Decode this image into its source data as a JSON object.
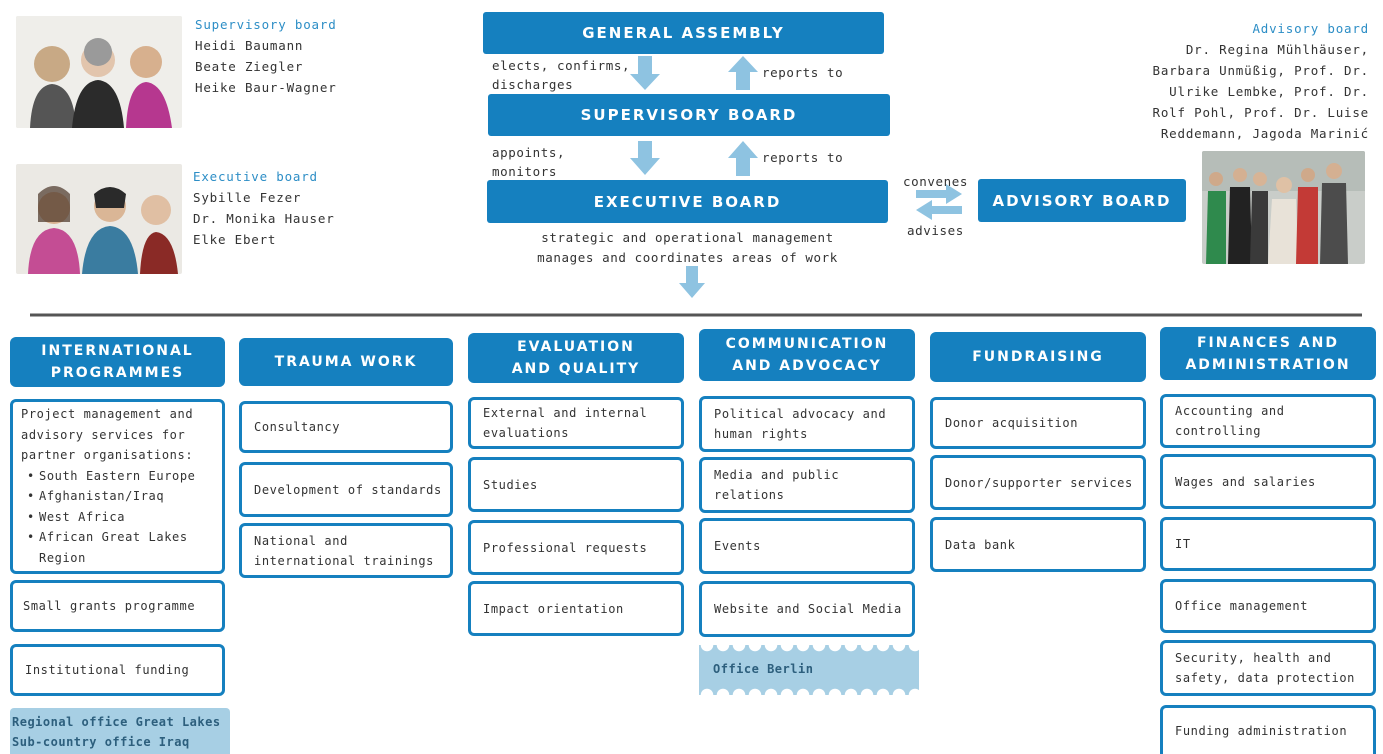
{
  "supervisory_board_side": {
    "title": "Supervisory board",
    "members": [
      "Heidi Baumann",
      "Beate Ziegler",
      "Heike Baur-Wagner"
    ]
  },
  "executive_board_side": {
    "title": "Executive board",
    "members": [
      "Sybille Fezer",
      "Dr. Monika Hauser",
      "Elke Ebert"
    ]
  },
  "advisory_board_side": {
    "title": "Advisory board",
    "lines": [
      "Dr. Regina Mühlhäuser,",
      "Barbara Unmüßig, Prof. Dr.",
      "Ulrike Lembke, Prof. Dr.",
      "Rolf Pohl, Prof. Dr. Luise",
      "Reddemann, Jagoda Marinić"
    ]
  },
  "governance": {
    "general_assembly": "GENERAL ASSEMBLY",
    "supervisory_board": "SUPERVISORY BOARD",
    "executive_board": "EXECUTIVE BOARD",
    "advisory_board": "ADVISORY BOARD",
    "elects_line1": "elects, confirms,",
    "elects_line2": "discharges",
    "reports_to_1": "reports to",
    "appoints_line1": "appoints,",
    "appoints_line2": "monitors",
    "reports_to_2": "reports to",
    "convenes": "convenes",
    "advises": "advises",
    "mgmt_line1": "strategic and operational management",
    "mgmt_line2": "manages and coordinates areas of work"
  },
  "departments": [
    {
      "title_line1": "INTERNATIONAL",
      "title_line2": "PROGRAMMES",
      "intro_lines": [
        "Project management and",
        "advisory services for",
        "partner organisations:"
      ],
      "bullets": [
        "South Eastern Europe",
        "Afghanistan/Iraq",
        "West Africa",
        "African Great Lakes",
        "Region"
      ],
      "items": [
        "Small grants programme",
        "Institutional funding"
      ],
      "office_lines": [
        "Regional office Great Lakes",
        "Sub-country office Iraq"
      ]
    },
    {
      "title_line1": "TRAUMA WORK",
      "items": [
        "Consultancy",
        "Development of standards",
        "National and international trainings"
      ]
    },
    {
      "title_line1": "EVALUATION",
      "title_line2": "AND QUALITY",
      "items": [
        "External and internal evaluations",
        "Studies",
        "Professional requests",
        "Impact orientation"
      ]
    },
    {
      "title_line1": "COMMUNICATION",
      "title_line2": "AND ADVOCACY",
      "items": [
        "Political advocacy and human rights",
        "Media and public relations",
        "Events",
        "Website and Social Media"
      ],
      "office": "Office Berlin"
    },
    {
      "title_line1": "FUNDRAISING",
      "items": [
        "Donor acquisition",
        "Donor/supporter services",
        "Data bank"
      ]
    },
    {
      "title_line1": "FINANCES AND",
      "title_line2": "ADMINISTRATION",
      "items": [
        "Accounting and controlling",
        "Wages and salaries",
        "IT",
        "Office management",
        "Security, health and safety, data protection",
        "Funding administration"
      ]
    }
  ],
  "colors": {
    "primary_blue": "#1580bf",
    "arrow_blue": "#8ec3e1",
    "office_blue": "#a7cfe4",
    "title_blue": "#2d8ec6",
    "divider": "#555555"
  }
}
